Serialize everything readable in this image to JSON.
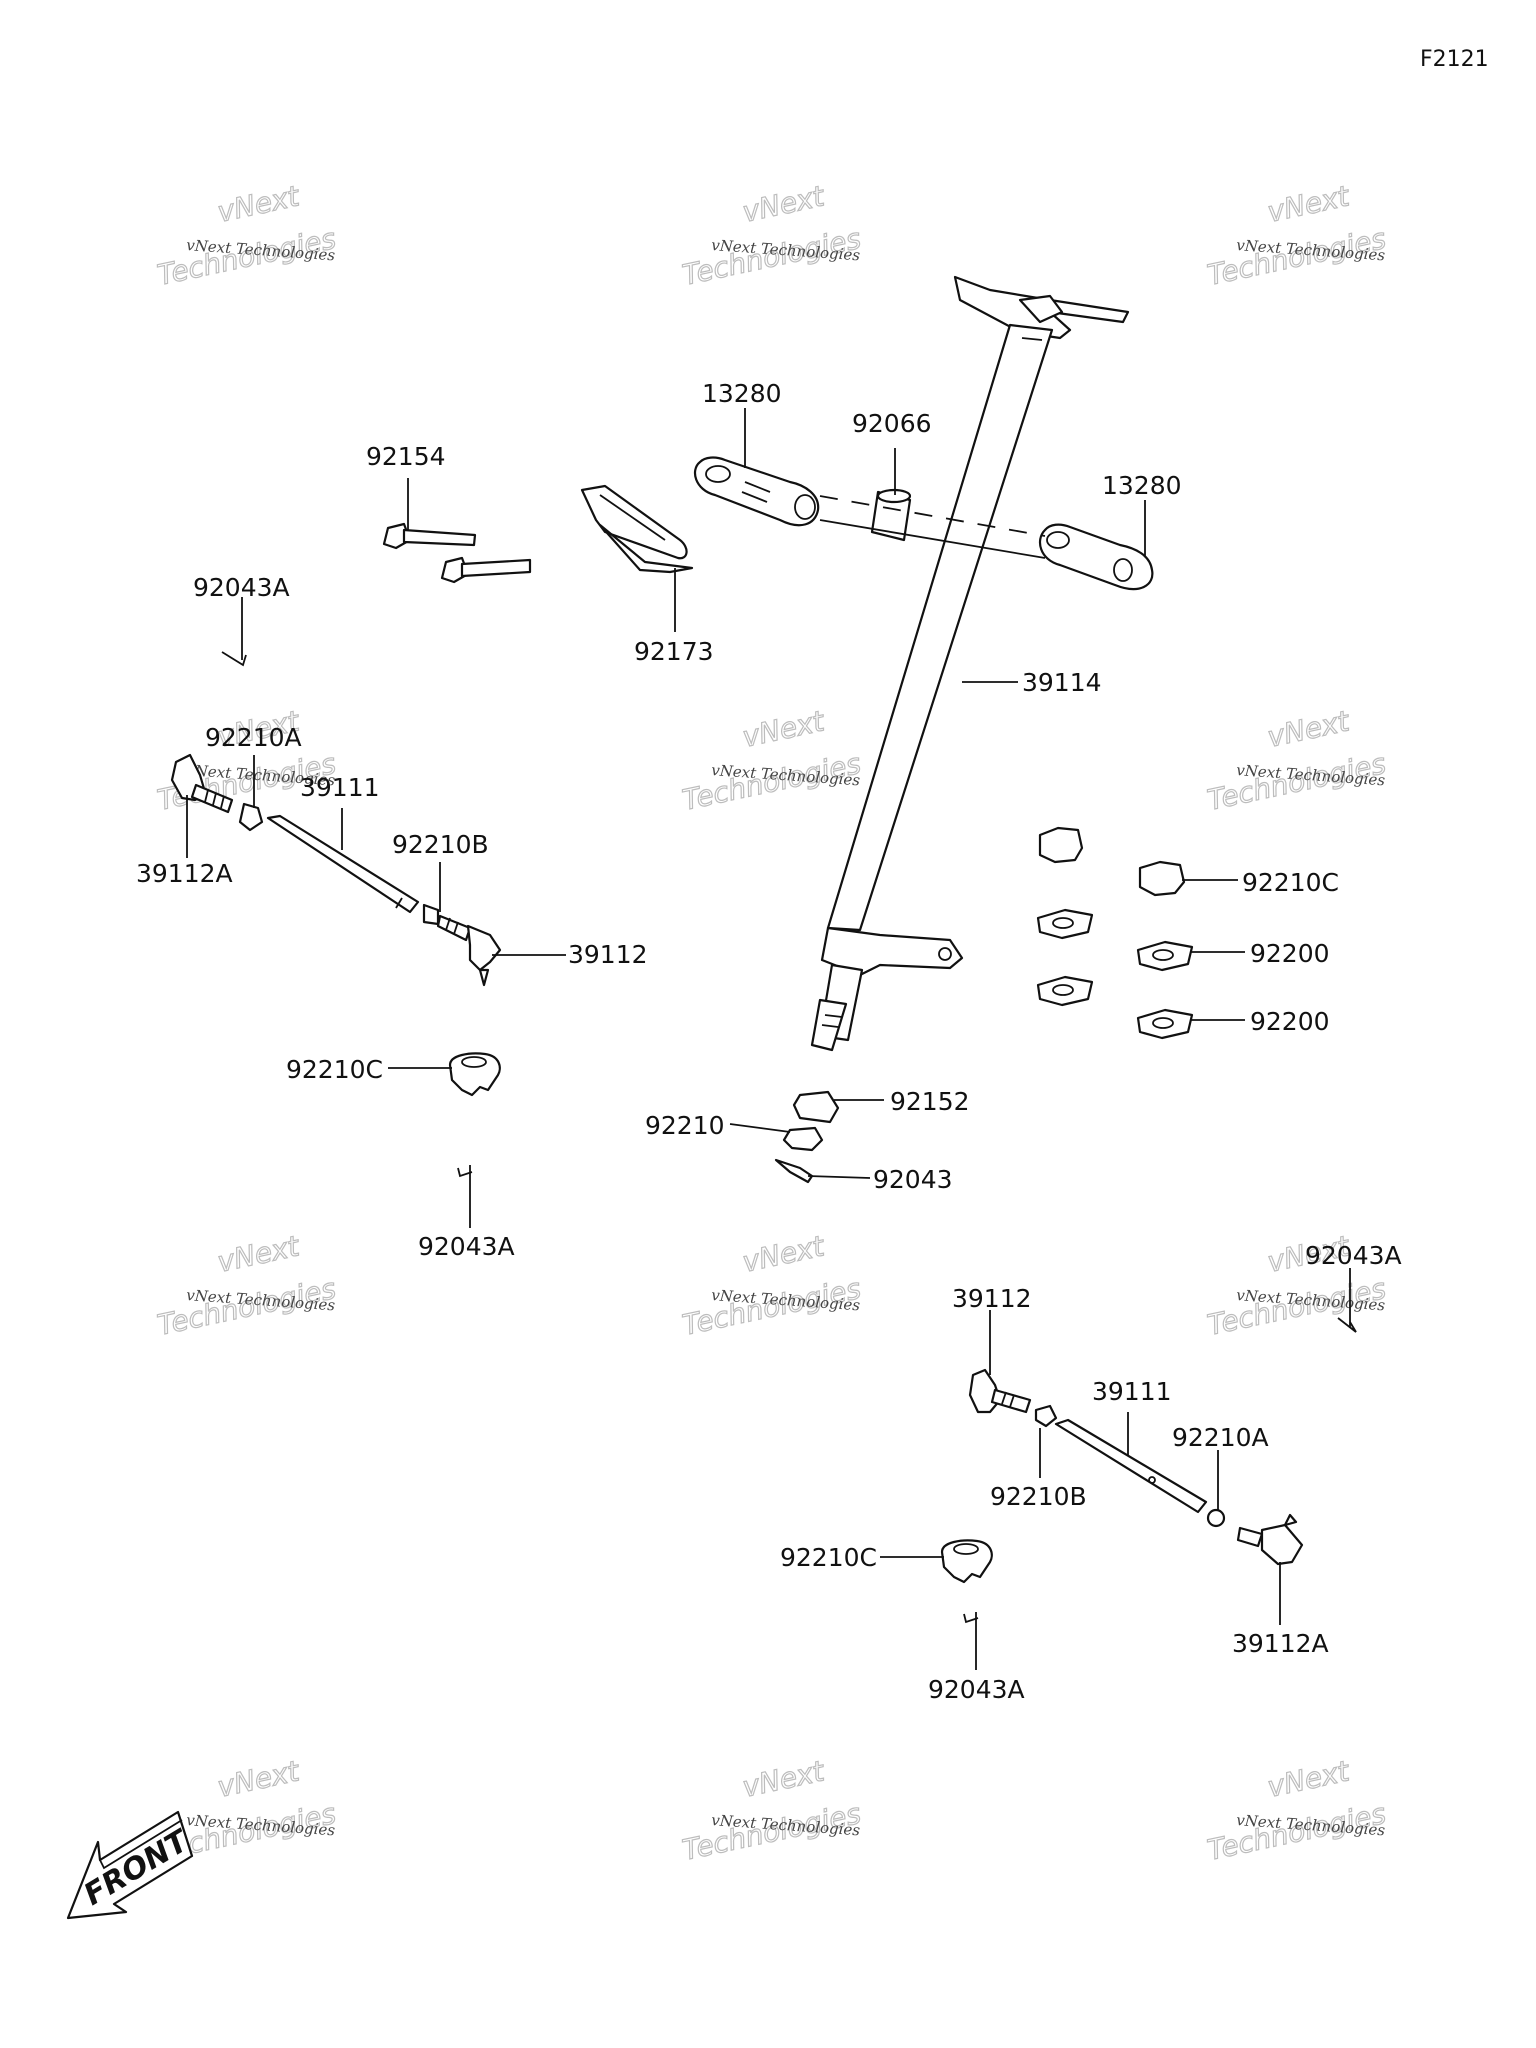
{
  "figure_code": "F2121",
  "front_label": "FRONT",
  "watermark": {
    "small": "vNext Technologies",
    "brand_top": "vNext",
    "brand_bottom": "Technologies"
  },
  "callouts": {
    "c01": "13280",
    "c02": "92066",
    "c03": "13280",
    "c04": "92154",
    "c05": "92173",
    "c06": "92043A",
    "c07": "39114",
    "c08": "92210A",
    "c09": "39111",
    "c10": "39112A",
    "c11": "92210B",
    "c12": "39112",
    "c13": "92210C",
    "c14": "92200",
    "c15": "92200",
    "c16": "92210C",
    "c17": "92043A",
    "c18": "92152",
    "c19": "92210",
    "c20": "92043",
    "c21": "92043A",
    "c22": "39112",
    "c23": "39111",
    "c24": "92210A",
    "c25": "92210B",
    "c26": "92210C",
    "c27": "39112A",
    "c28": "92043A"
  }
}
